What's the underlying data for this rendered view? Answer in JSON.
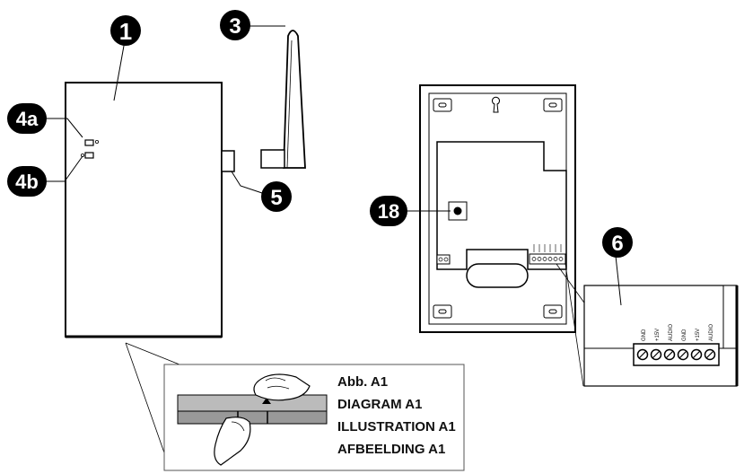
{
  "callouts": {
    "c1": "1",
    "c3": "3",
    "c4a": "4a",
    "c4b": "4b",
    "c5": "5",
    "c18": "18",
    "c6": "6"
  },
  "terminal_labels": [
    "GND",
    "+15V",
    "AUDIO",
    "GND",
    "+15V",
    "AUDIO"
  ],
  "caption_lines": [
    "Abb. A1",
    "DIAGRAM A1",
    "ILLUSTRATION A1",
    "AFBEELDING A1"
  ]
}
